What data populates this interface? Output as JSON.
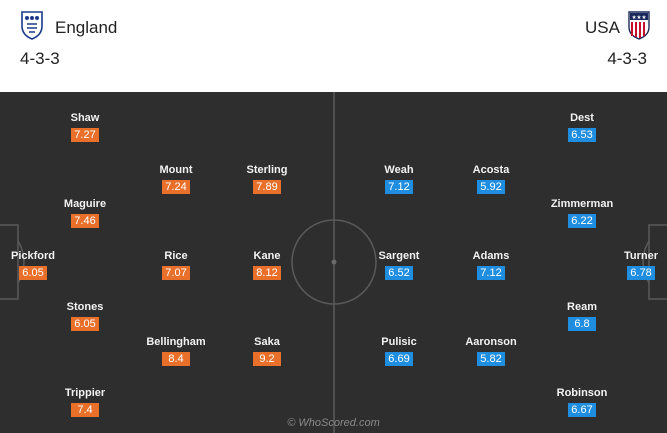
{
  "home": {
    "name": "England",
    "formation": "4-3-3",
    "color": "#e8702a",
    "crest_icon": "england-crest-icon",
    "players": [
      {
        "name": "Pickford",
        "rating": "6.05"
      },
      {
        "name": "Shaw",
        "rating": "7.27"
      },
      {
        "name": "Maguire",
        "rating": "7.46"
      },
      {
        "name": "Stones",
        "rating": "6.05"
      },
      {
        "name": "Trippier",
        "rating": "7.4"
      },
      {
        "name": "Mount",
        "rating": "7.24"
      },
      {
        "name": "Rice",
        "rating": "7.07"
      },
      {
        "name": "Bellingham",
        "rating": "8.4"
      },
      {
        "name": "Sterling",
        "rating": "7.89"
      },
      {
        "name": "Kane",
        "rating": "8.12"
      },
      {
        "name": "Saka",
        "rating": "9.2"
      }
    ]
  },
  "away": {
    "name": "USA",
    "formation": "4-3-3",
    "color": "#1f8ee0",
    "crest_icon": "usa-crest-icon",
    "players": [
      {
        "name": "Turner",
        "rating": "6.78"
      },
      {
        "name": "Dest",
        "rating": "6.53"
      },
      {
        "name": "Zimmerman",
        "rating": "6.22"
      },
      {
        "name": "Ream",
        "rating": "6.8"
      },
      {
        "name": "Robinson",
        "rating": "6.67"
      },
      {
        "name": "Acosta",
        "rating": "5.92"
      },
      {
        "name": "Adams",
        "rating": "7.12"
      },
      {
        "name": "Aaronson",
        "rating": "5.82"
      },
      {
        "name": "Weah",
        "rating": "7.12"
      },
      {
        "name": "Sargent",
        "rating": "6.52"
      },
      {
        "name": "Pulisic",
        "rating": "6.69"
      }
    ]
  },
  "pitch_color": "#2e2e2e",
  "watermark": "© WhoScored.com"
}
